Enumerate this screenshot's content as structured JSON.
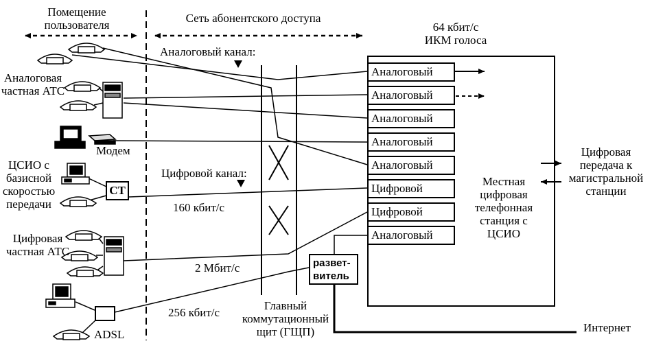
{
  "top": {
    "user_premises": "Помещение\nпользователя",
    "access_network": "Сеть абонентского доступа"
  },
  "labels": {
    "analog_channel": "Аналоговый  канал:",
    "digital_channel": "Цифровой канал:",
    "rate_160": "160 кбит/с",
    "rate_2m": "2 Мбит/с",
    "rate_256": "256 кбит/с",
    "pcm_rate": "64 кбит/с",
    "pcm_voice": "ИКМ голоса",
    "main_frame": "Главный\nкоммутационный\nщит (ГЩП)",
    "internet": "Интернет",
    "digital_trunk": "Цифровая\nпередача к\nмагистральной\nстанции"
  },
  "devices": {
    "analog_pbx": "Аналоговая\nчастная АТС",
    "modem": "Модем",
    "isdn_bri": "ЦСИО с\nбазисной\nскоростью\nпередачи",
    "nt": "СТ",
    "digital_pbx": "Цифровая\nчастная АТС",
    "adsl": "ADSL",
    "splitter": "развет-\nвитель"
  },
  "exchange": {
    "title": "Местная\nцифровая\nтелефонная\nстанция с\nЦСИО",
    "ports": [
      "Аналоговый",
      "Аналоговый",
      "Аналоговый",
      "Аналоговый",
      "Аналоговый",
      "Цифровой",
      "Цифровой",
      "Аналоговый"
    ]
  }
}
